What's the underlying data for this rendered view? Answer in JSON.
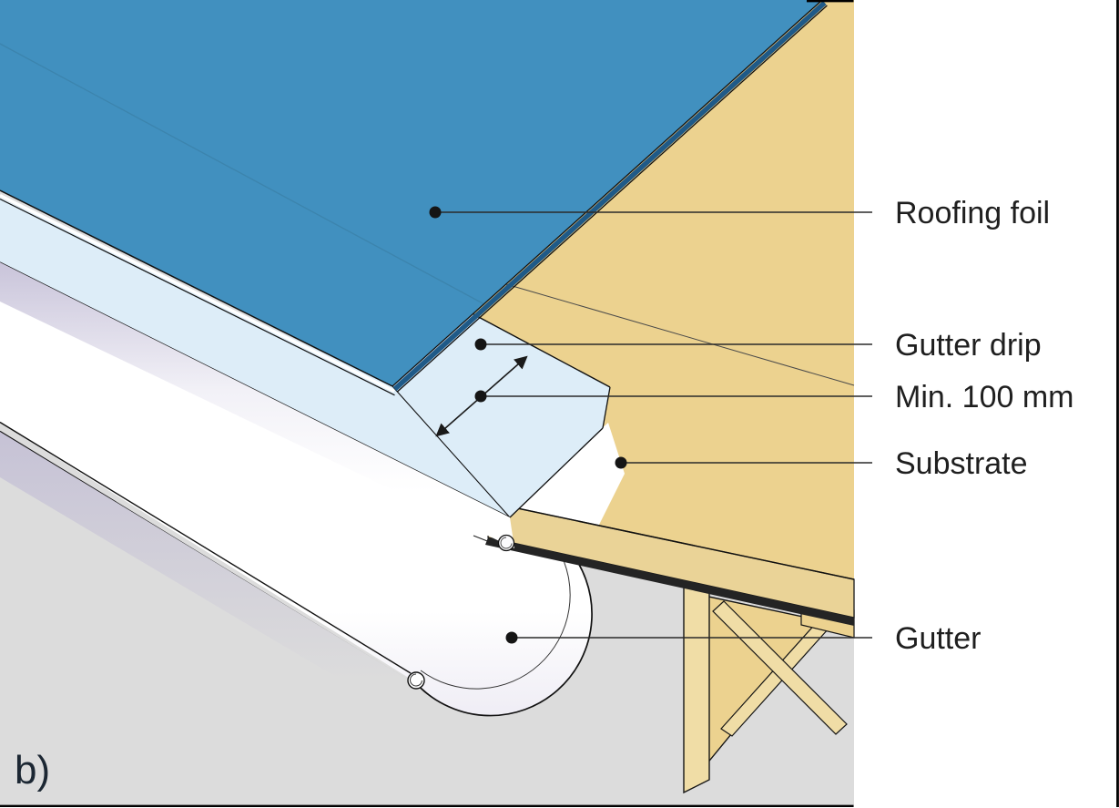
{
  "figure": {
    "variant_label": "b)"
  },
  "annotations": {
    "roofing_foil": "Roofing foil",
    "gutter_drip": "Gutter drip",
    "min_dimension": "Min. 100 mm",
    "substrate": "Substrate",
    "gutter": "Gutter"
  },
  "colors": {
    "foil_blue": "#4190bf",
    "foil_edge_navy": "#1f5a88",
    "drip_pale_blue": "#ddedf8",
    "wood_tan": "#ecd28f",
    "wood_tan_light": "#f0dda6",
    "background_gray": "#dcdcdc",
    "gutter_white": "#ffffff",
    "label_text": "#1f1f1f",
    "outline": "#1a1a1a"
  }
}
